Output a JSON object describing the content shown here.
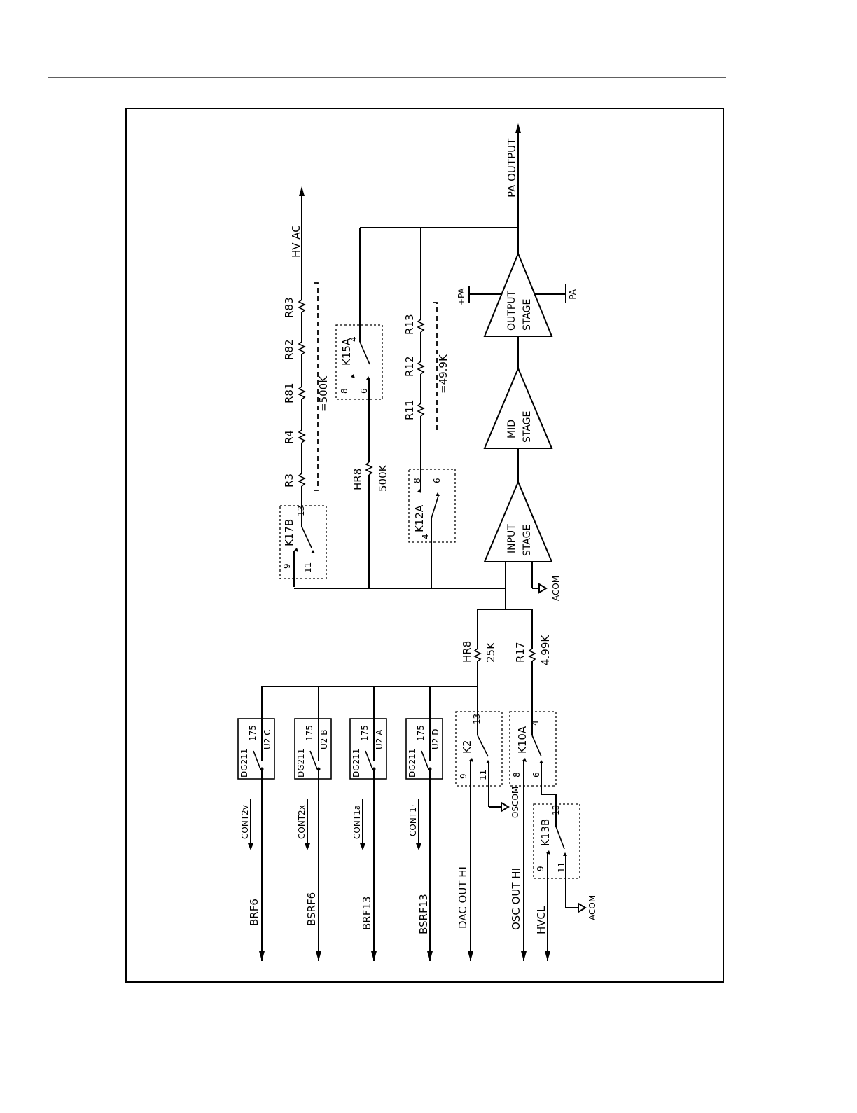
{
  "diagram": {
    "signals": {
      "hv_ac": "HV AC",
      "pa_output": "PA OUTPUT",
      "brf6": "BRF6",
      "bsrf6": "BSRF6",
      "brf13": "BRF13",
      "bsrf13": "BSRF13",
      "dac_out": "DAC OUT HI",
      "osc_out": "OSC OUT HI",
      "hvcl": "HVCL",
      "cont2v": "CONT2v",
      "cont2x": "CONT2x",
      "cont1a": "CONT1a",
      "cont1b": "CONT1·"
    },
    "resistors": {
      "r3": "R3",
      "r4": "R4",
      "r81": "R81",
      "r82": "R82",
      "r83": "R83",
      "r11": "R11",
      "r12": "R12",
      "r13": "R13",
      "hr8_top": "HR8",
      "hr8_top_val": "500K",
      "hr8_bot": "HR8",
      "hr8_bot_val": "25K",
      "r17": "R17",
      "r17_val": "4.99K",
      "sum_500k": "=500K",
      "sum_49k": "=49.9K"
    },
    "relays": {
      "k17b": "K17B",
      "k15a": "K15A",
      "k12a": "K12A",
      "k2": "K2",
      "k10a": "K10A",
      "k13b": "K13B"
    },
    "pins": {
      "p4": "4",
      "p6": "6",
      "p8": "8",
      "p9": "9",
      "p11": "11",
      "p13": "13"
    },
    "switches": {
      "dg211": "DG211",
      "u175": "175",
      "u2c": "U2 C",
      "u2b": "U2 B",
      "u2a": "U2 A",
      "u2d": "U2 D"
    },
    "stages": {
      "input_1": "INPUT",
      "input_2": "STAGE",
      "mid_1": "MID",
      "mid_2": "STAGE",
      "output_1": "OUTPUT",
      "output_2": "STAGE"
    },
    "supplies": {
      "plus_pa": "+PA",
      "minus_pa": "-PA"
    },
    "grounds": {
      "acom": "ACOM",
      "oscom": "OSCOM"
    }
  }
}
